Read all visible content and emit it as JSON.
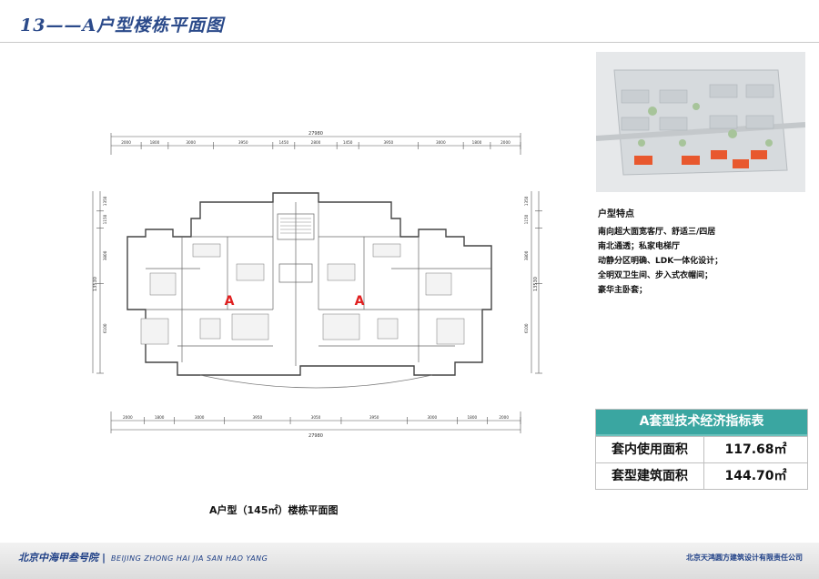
{
  "header": {
    "title": "13——A户型楼栋平面图"
  },
  "plan": {
    "overall_dim": "27980",
    "top_dims": [
      "2000",
      "1800",
      "3000",
      "3950",
      "1450",
      "2800",
      "1450",
      "3950",
      "3000",
      "1800",
      "2000"
    ],
    "bottom_dims": [
      "2000",
      "1800",
      "3000",
      "3950",
      "3050",
      "3950",
      "3000",
      "1800",
      "2000"
    ],
    "left_dims": [
      "1350",
      "1150",
      "3800",
      "6100"
    ],
    "right_dims": [
      "1350",
      "1150",
      "3800",
      "6100"
    ],
    "total_depth": "13530",
    "unit_label_left": "A",
    "unit_label_right": "A",
    "unit_label_color": "#e02020"
  },
  "features": {
    "heading": "户型特点",
    "items": [
      "南向超大面宽客厅、舒适三/四居",
      "南北通透；私家电梯厅",
      "动静分区明确、LDK一体化设计；",
      "全明双卫生间、步入式衣帽间；",
      "豪华主卧套；"
    ]
  },
  "index_table": {
    "title": "A套型技术经济指标表",
    "rows": [
      {
        "label": "套内使用面积",
        "value": "117.68㎡"
      },
      {
        "label": "套型建筑面积",
        "value": "144.70㎡"
      }
    ],
    "header_color": "#3aa6a1"
  },
  "caption": "A户型（145㎡）楼栋平面图",
  "footer": {
    "left_cn": "北京中海甲叁号院",
    "left_en": "BEIJING ZHONG HAI JIA SAN HAO YANG",
    "right": "北京天鸿圆方建筑设计有限责任公司"
  }
}
